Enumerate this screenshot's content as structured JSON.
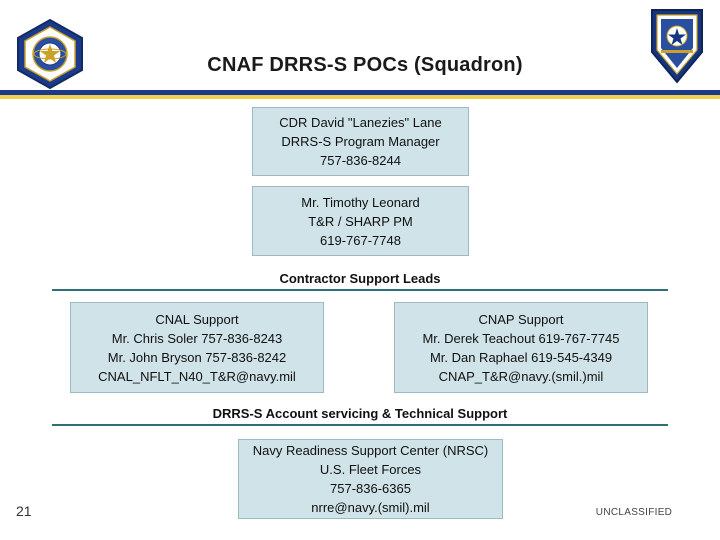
{
  "header": {
    "title": "CNAF DRRS-S POCs (Squadron)",
    "left_seal_name": "navy-command-seal",
    "right_seal_name": "unit-crest-emblem"
  },
  "boxes": {
    "cdr": {
      "lines": [
        "CDR David \"Lanezies\" Lane",
        "DRRS-S Program Manager",
        "757-836-8244"
      ]
    },
    "program_manager_2": {
      "lines": [
        "Mr. Timothy Leonard",
        "T&R / SHARP PM",
        "619-767-7748"
      ]
    },
    "cnal": {
      "lines": [
        "CNAL Support",
        "Mr. Chris Soler  757-836-8243",
        "Mr. John Bryson  757-836-8242",
        "CNAL_NFLT_N40_T&R@navy.mil"
      ]
    },
    "cnap": {
      "lines": [
        "CNAP Support",
        "Mr. Derek Teachout  619-767-7745",
        "Mr. Dan Raphael 619-545-4349",
        "CNAP_T&R@navy.(smil.)mil"
      ]
    },
    "nrsc": {
      "lines": [
        "Navy Readiness Support Center (NRSC)",
        "U.S. Fleet Forces",
        "757-836-6365",
        "nrre@navy.(smil).mil"
      ]
    }
  },
  "sections": {
    "contractor_support": "Contractor Support Leads",
    "account_servicing": "DRRS-S Account servicing & Technical Support"
  },
  "footer": {
    "page_number": "21",
    "classification": "UNCLASSIFIED"
  },
  "colors": {
    "box_fill": "#cfe3e8",
    "box_border": "#9fb9c0",
    "rule": "#2f6f7a",
    "header_blue": "#1b3a8c",
    "header_gold": "#f2d14a"
  }
}
